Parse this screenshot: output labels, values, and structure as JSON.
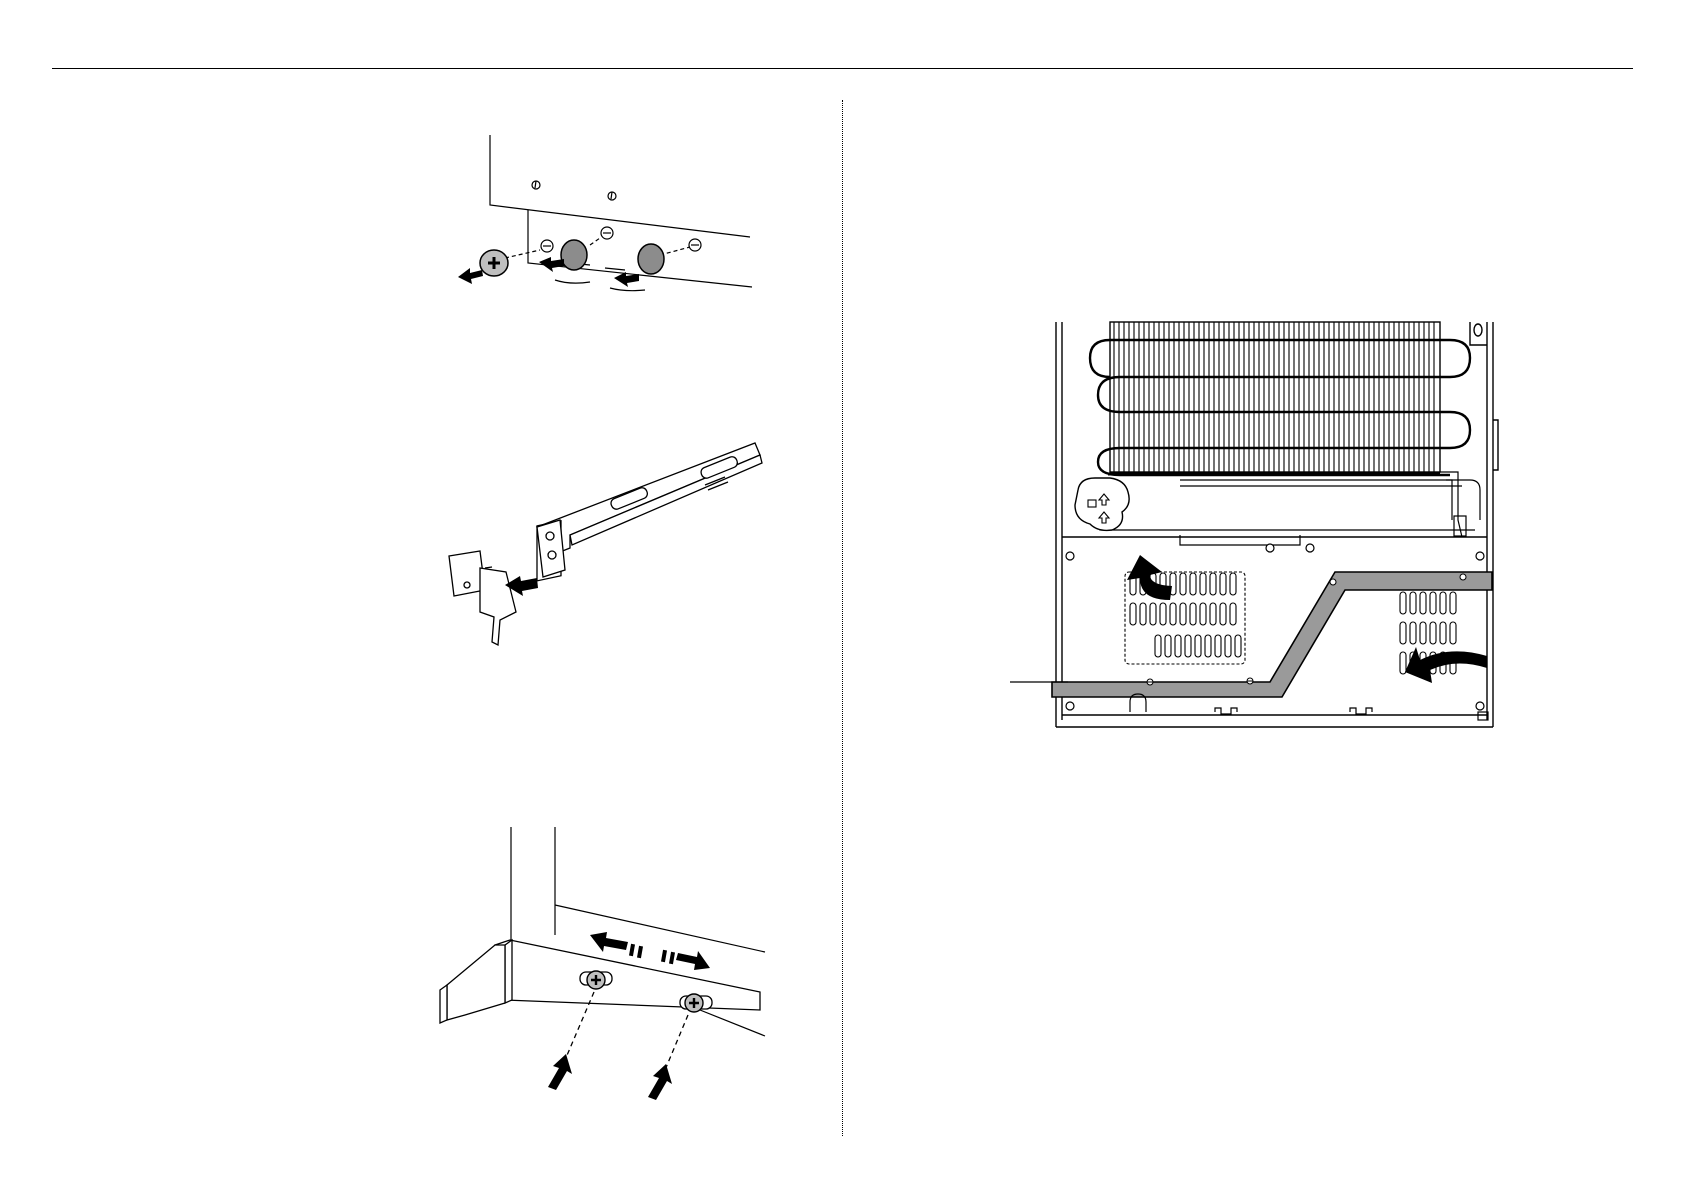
{
  "page": {
    "background": "#ffffff",
    "ink": "#000000",
    "gray_fill": "#8c8c8c",
    "light_fill": "#d9d9d9"
  },
  "figures": [
    {
      "name": "remove-screws-and-caps-figure",
      "icons": [
        "screw-icon",
        "cap-icon",
        "arrow-icon"
      ]
    },
    {
      "name": "attach-bracket-clip-figure",
      "icons": [
        "bracket-icon",
        "arrow-icon"
      ]
    },
    {
      "name": "adjust-bracket-figure",
      "icons": [
        "screw-icon",
        "double-arrow-icon",
        "arrow-icon"
      ]
    },
    {
      "name": "rear-kickplate-figure",
      "icons": [
        "condenser-coil-icon",
        "curved-arrow-icon"
      ]
    }
  ]
}
